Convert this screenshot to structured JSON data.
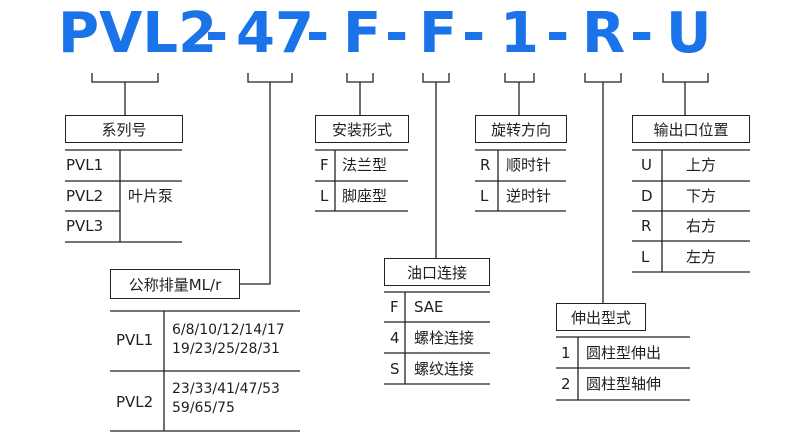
{
  "accent": "#1a73e8",
  "code": {
    "series": "PVL2",
    "dash1": "-",
    "displacement": "47",
    "dash2": "-",
    "mount": "F",
    "dash3": "-",
    "port": "F",
    "dash4": "-",
    "shaft": "1",
    "dash5": "-",
    "rotation": "R",
    "dash6": "-",
    "outlet": "U"
  },
  "series_block": {
    "title": "系列号",
    "items": [
      "PVL1",
      "PVL2",
      "PVL3"
    ],
    "type_label": "叶片泵"
  },
  "displacement_block": {
    "title": "公称排量ML/r",
    "rows": [
      {
        "model": "PVL1",
        "line1": "6/8/10/12/14/17",
        "line2": "19/23/25/28/31"
      },
      {
        "model": "PVL2",
        "line1": "23/33/41/47/53",
        "line2": "59/65/75"
      }
    ]
  },
  "mount_block": {
    "title": "安装形式",
    "items": [
      {
        "code": "F",
        "label": "法兰型"
      },
      {
        "code": "L",
        "label": "脚座型"
      }
    ]
  },
  "port_block": {
    "title": "油口连接",
    "items": [
      {
        "code": "F",
        "label": "SAE"
      },
      {
        "code": "4",
        "label": "螺栓连接"
      },
      {
        "code": "S",
        "label": "螺纹连接"
      }
    ]
  },
  "rotation_block": {
    "title": "旋转方向",
    "items": [
      {
        "code": "R",
        "label": "顺时针"
      },
      {
        "code": "L",
        "label": "逆时针"
      }
    ]
  },
  "shaft_block": {
    "title": "伸出型式",
    "items": [
      {
        "code": "1",
        "label": "圆柱型伸出"
      },
      {
        "code": "2",
        "label": "圆柱型轴伸"
      }
    ]
  },
  "outlet_block": {
    "title": "输出口位置",
    "items": [
      {
        "code": "U",
        "label": "上方"
      },
      {
        "code": "D",
        "label": "下方"
      },
      {
        "code": "R",
        "label": "右方"
      },
      {
        "code": "L",
        "label": "左方"
      }
    ]
  }
}
